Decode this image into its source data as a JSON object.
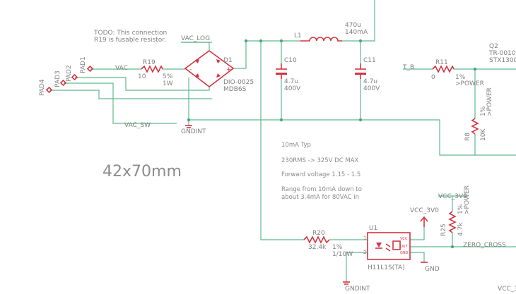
{
  "notes": {
    "todo_line1": "TODO: This connection",
    "todo_line2": "R19 is fusable resistor.",
    "board_size": "42x70mm",
    "typ": "10mA Typ",
    "vac_range": "230RMS -> 325V DC MAX",
    "fwd_voltage": "Forward voltage 1.15 - 1.5",
    "range_line1": "Range from 10mA down to",
    "range_line2": "about 3.4mA for 80VAC in"
  },
  "nets": {
    "vac_log": "VAC_LOG",
    "vac": "VAC",
    "vac_sw": "VAC_SW",
    "gndint_1": "GNDINT",
    "gndint_2": "GNDINT",
    "vcc_3v0_1": "VCC_3V0",
    "vcc_3v0_2": "VCC_3V0",
    "vcc_3v0_3": "VCC_3",
    "zero_cross": "ZERO_CROSS",
    "gnd": "GND",
    "t_b": "T_B"
  },
  "pads": {
    "pad1": "PAD1",
    "pad2": "PAD2",
    "pad3": "PAD3",
    "pad4": "PAD4"
  },
  "components": {
    "r19": {
      "ref": "R19",
      "value": "10",
      "tol": "5%",
      "power": "1W"
    },
    "d1": {
      "ref": "D1",
      "part": "DIO-0025",
      "value": "MDB6S"
    },
    "l1": {
      "ref": "L1",
      "value": "470u",
      "current": "140mA"
    },
    "c10": {
      "ref": "C10",
      "value": "4.7u",
      "voltage": "400V"
    },
    "c11": {
      "ref": "C11",
      "value": "4.7u",
      "voltage": "400V"
    },
    "r11": {
      "ref": "R11",
      "value": "0",
      "tol": "1%",
      "pkg": ">POWER"
    },
    "r8": {
      "ref": "R8",
      "value": "10K",
      "tol": "1%",
      "pkg": ">POWER"
    },
    "q2": {
      "ref": "Q2",
      "line1": "TR-0010",
      "line2": "STX1300"
    },
    "r20": {
      "ref": "R20",
      "value": "32.4k",
      "tol": "1%",
      "power": "1/10W"
    },
    "u1": {
      "ref": "U1",
      "value": "H11L1S(TA)"
    },
    "r25": {
      "ref": "R25",
      "value": "4.7k",
      "tol": "1%",
      "pkg": ">POWER"
    }
  }
}
